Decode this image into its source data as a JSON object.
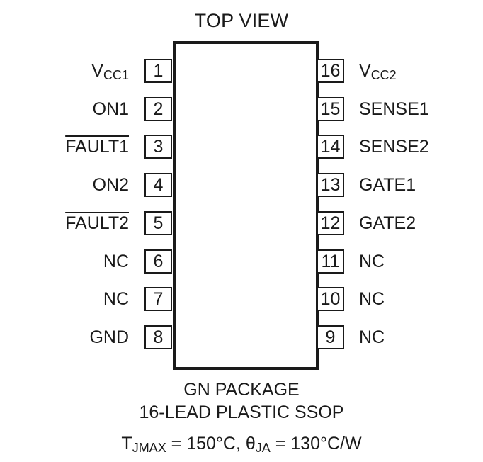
{
  "title": "TOP VIEW",
  "left_pins": [
    {
      "num": "1",
      "name": "V",
      "sub": "CC1",
      "overbar": false
    },
    {
      "num": "2",
      "name": "ON1",
      "sub": "",
      "overbar": false
    },
    {
      "num": "3",
      "name": "FAULT1",
      "sub": "",
      "overbar": true
    },
    {
      "num": "4",
      "name": "ON2",
      "sub": "",
      "overbar": false
    },
    {
      "num": "5",
      "name": "FAULT2",
      "sub": "",
      "overbar": true
    },
    {
      "num": "6",
      "name": "NC",
      "sub": "",
      "overbar": false
    },
    {
      "num": "7",
      "name": "NC",
      "sub": "",
      "overbar": false
    },
    {
      "num": "8",
      "name": "GND",
      "sub": "",
      "overbar": false
    }
  ],
  "right_pins": [
    {
      "num": "16",
      "name": "V",
      "sub": "CC2",
      "overbar": false
    },
    {
      "num": "15",
      "name": "SENSE1",
      "sub": "",
      "overbar": false
    },
    {
      "num": "14",
      "name": "SENSE2",
      "sub": "",
      "overbar": false
    },
    {
      "num": "13",
      "name": "GATE1",
      "sub": "",
      "overbar": false
    },
    {
      "num": "12",
      "name": "GATE2",
      "sub": "",
      "overbar": false
    },
    {
      "num": "11",
      "name": "NC",
      "sub": "",
      "overbar": false
    },
    {
      "num": "10",
      "name": "NC",
      "sub": "",
      "overbar": false
    },
    {
      "num": "9",
      "name": "NC",
      "sub": "",
      "overbar": false
    }
  ],
  "package": {
    "line1": "GN PACKAGE",
    "line2": "16-LEAD PLASTIC SSOP",
    "thermal": {
      "t_symbol": "T",
      "t_sub": "JMAX",
      "t_value": " = 150°C, ",
      "theta_symbol": "θ",
      "theta_sub": "JA",
      "theta_value": " = 130°C/W"
    }
  }
}
